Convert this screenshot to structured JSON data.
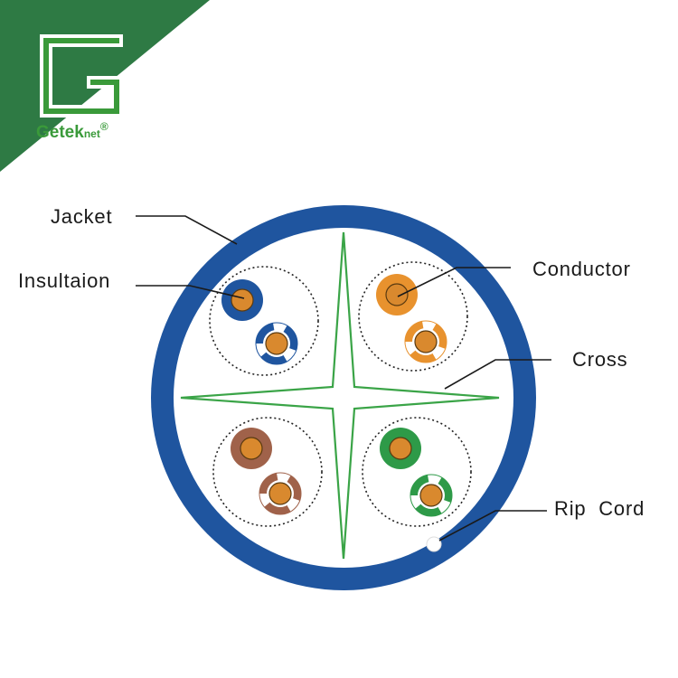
{
  "logo": {
    "letter": "G",
    "wordmark": "Getek",
    "wordmark_suffix": "net",
    "registered": "®"
  },
  "labels": {
    "jacket": "Jacket",
    "insulation": "Insultaion",
    "conductor": "Conductor",
    "cross": "Cross",
    "rip_cord": "Rip  Cord"
  },
  "colors": {
    "banner_green": "#2e7a44",
    "jacket_blue": "#1f559f",
    "cross_green": "#3aa447",
    "conductor_copper": "#d9892e",
    "pair_blue": "#1f559f",
    "pair_orange": "#e8922e",
    "pair_brown": "#a0624a",
    "pair_green": "#2e9a48"
  },
  "pairs": [
    {
      "name": "blue",
      "color_key": "pair_blue"
    },
    {
      "name": "orange",
      "color_key": "pair_orange"
    },
    {
      "name": "brown",
      "color_key": "pair_brown"
    },
    {
      "name": "green",
      "color_key": "pair_green"
    }
  ]
}
